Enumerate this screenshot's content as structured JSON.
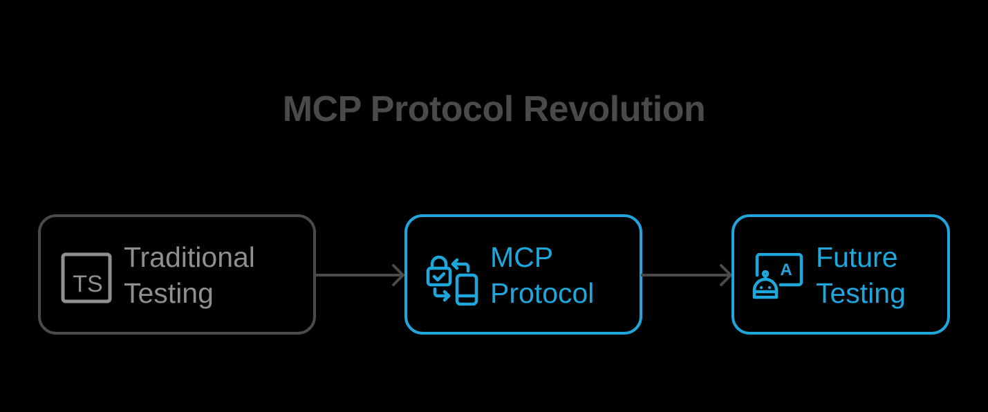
{
  "title": "MCP Protocol Revolution",
  "colors": {
    "background": "#000000",
    "title": "#4a4a4a",
    "inactive_border": "#4a4a4a",
    "inactive_text": "#8f8f8f",
    "active": "#1fa7dc",
    "arrow": "#4a4a4a"
  },
  "nodes": [
    {
      "id": "traditional",
      "icon": "ts-box-icon",
      "line1": "Traditional",
      "line2": "Testing",
      "state": "inactive"
    },
    {
      "id": "mcp",
      "icon": "lock-phone-exchange-icon",
      "line1": "MCP",
      "line2": "Protocol",
      "state": "active"
    },
    {
      "id": "future",
      "icon": "robot-screen-icon",
      "line1": "Future",
      "line2": "Testing",
      "state": "active"
    }
  ],
  "edges": [
    {
      "from": "traditional",
      "to": "mcp"
    },
    {
      "from": "mcp",
      "to": "future"
    }
  ],
  "icon_text": {
    "ts": "TS",
    "a": "A"
  }
}
